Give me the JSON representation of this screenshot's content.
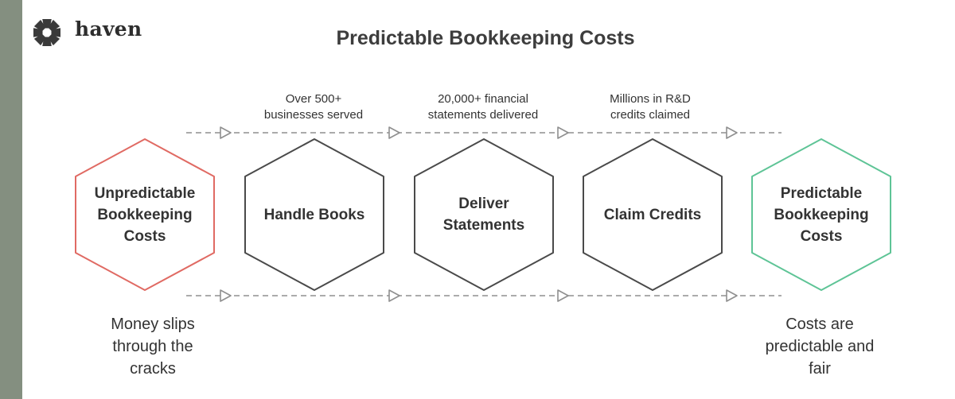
{
  "brand": {
    "name": "haven",
    "logo_icon": "flower-logo-icon"
  },
  "title": "Predictable Bookkeeping Costs",
  "colors": {
    "sidebar": "#848f80",
    "start_node": "#e06a63",
    "end_node": "#5ec496",
    "step_node": "#4a4a4a",
    "connector": "#8f8f8f",
    "text": "#333333"
  },
  "stats": [
    {
      "text": "Over 500+\nbusinesses served"
    },
    {
      "text": "20,000+ financial\nstatements delivered"
    },
    {
      "text": "Millions in R&D\ncredits claimed"
    }
  ],
  "nodes": [
    {
      "label": "Unpredictable\nBookkeeping\nCosts",
      "kind": "start"
    },
    {
      "label": "Handle Books",
      "kind": "step"
    },
    {
      "label": "Deliver\nStatements",
      "kind": "step"
    },
    {
      "label": "Claim Credits",
      "kind": "step"
    },
    {
      "label": "Predictable\nBookkeeping\nCosts",
      "kind": "end"
    }
  ],
  "captions": {
    "start": "Money slips\nthrough the\ncracks",
    "end": "Costs are\npredictable and\nfair"
  }
}
